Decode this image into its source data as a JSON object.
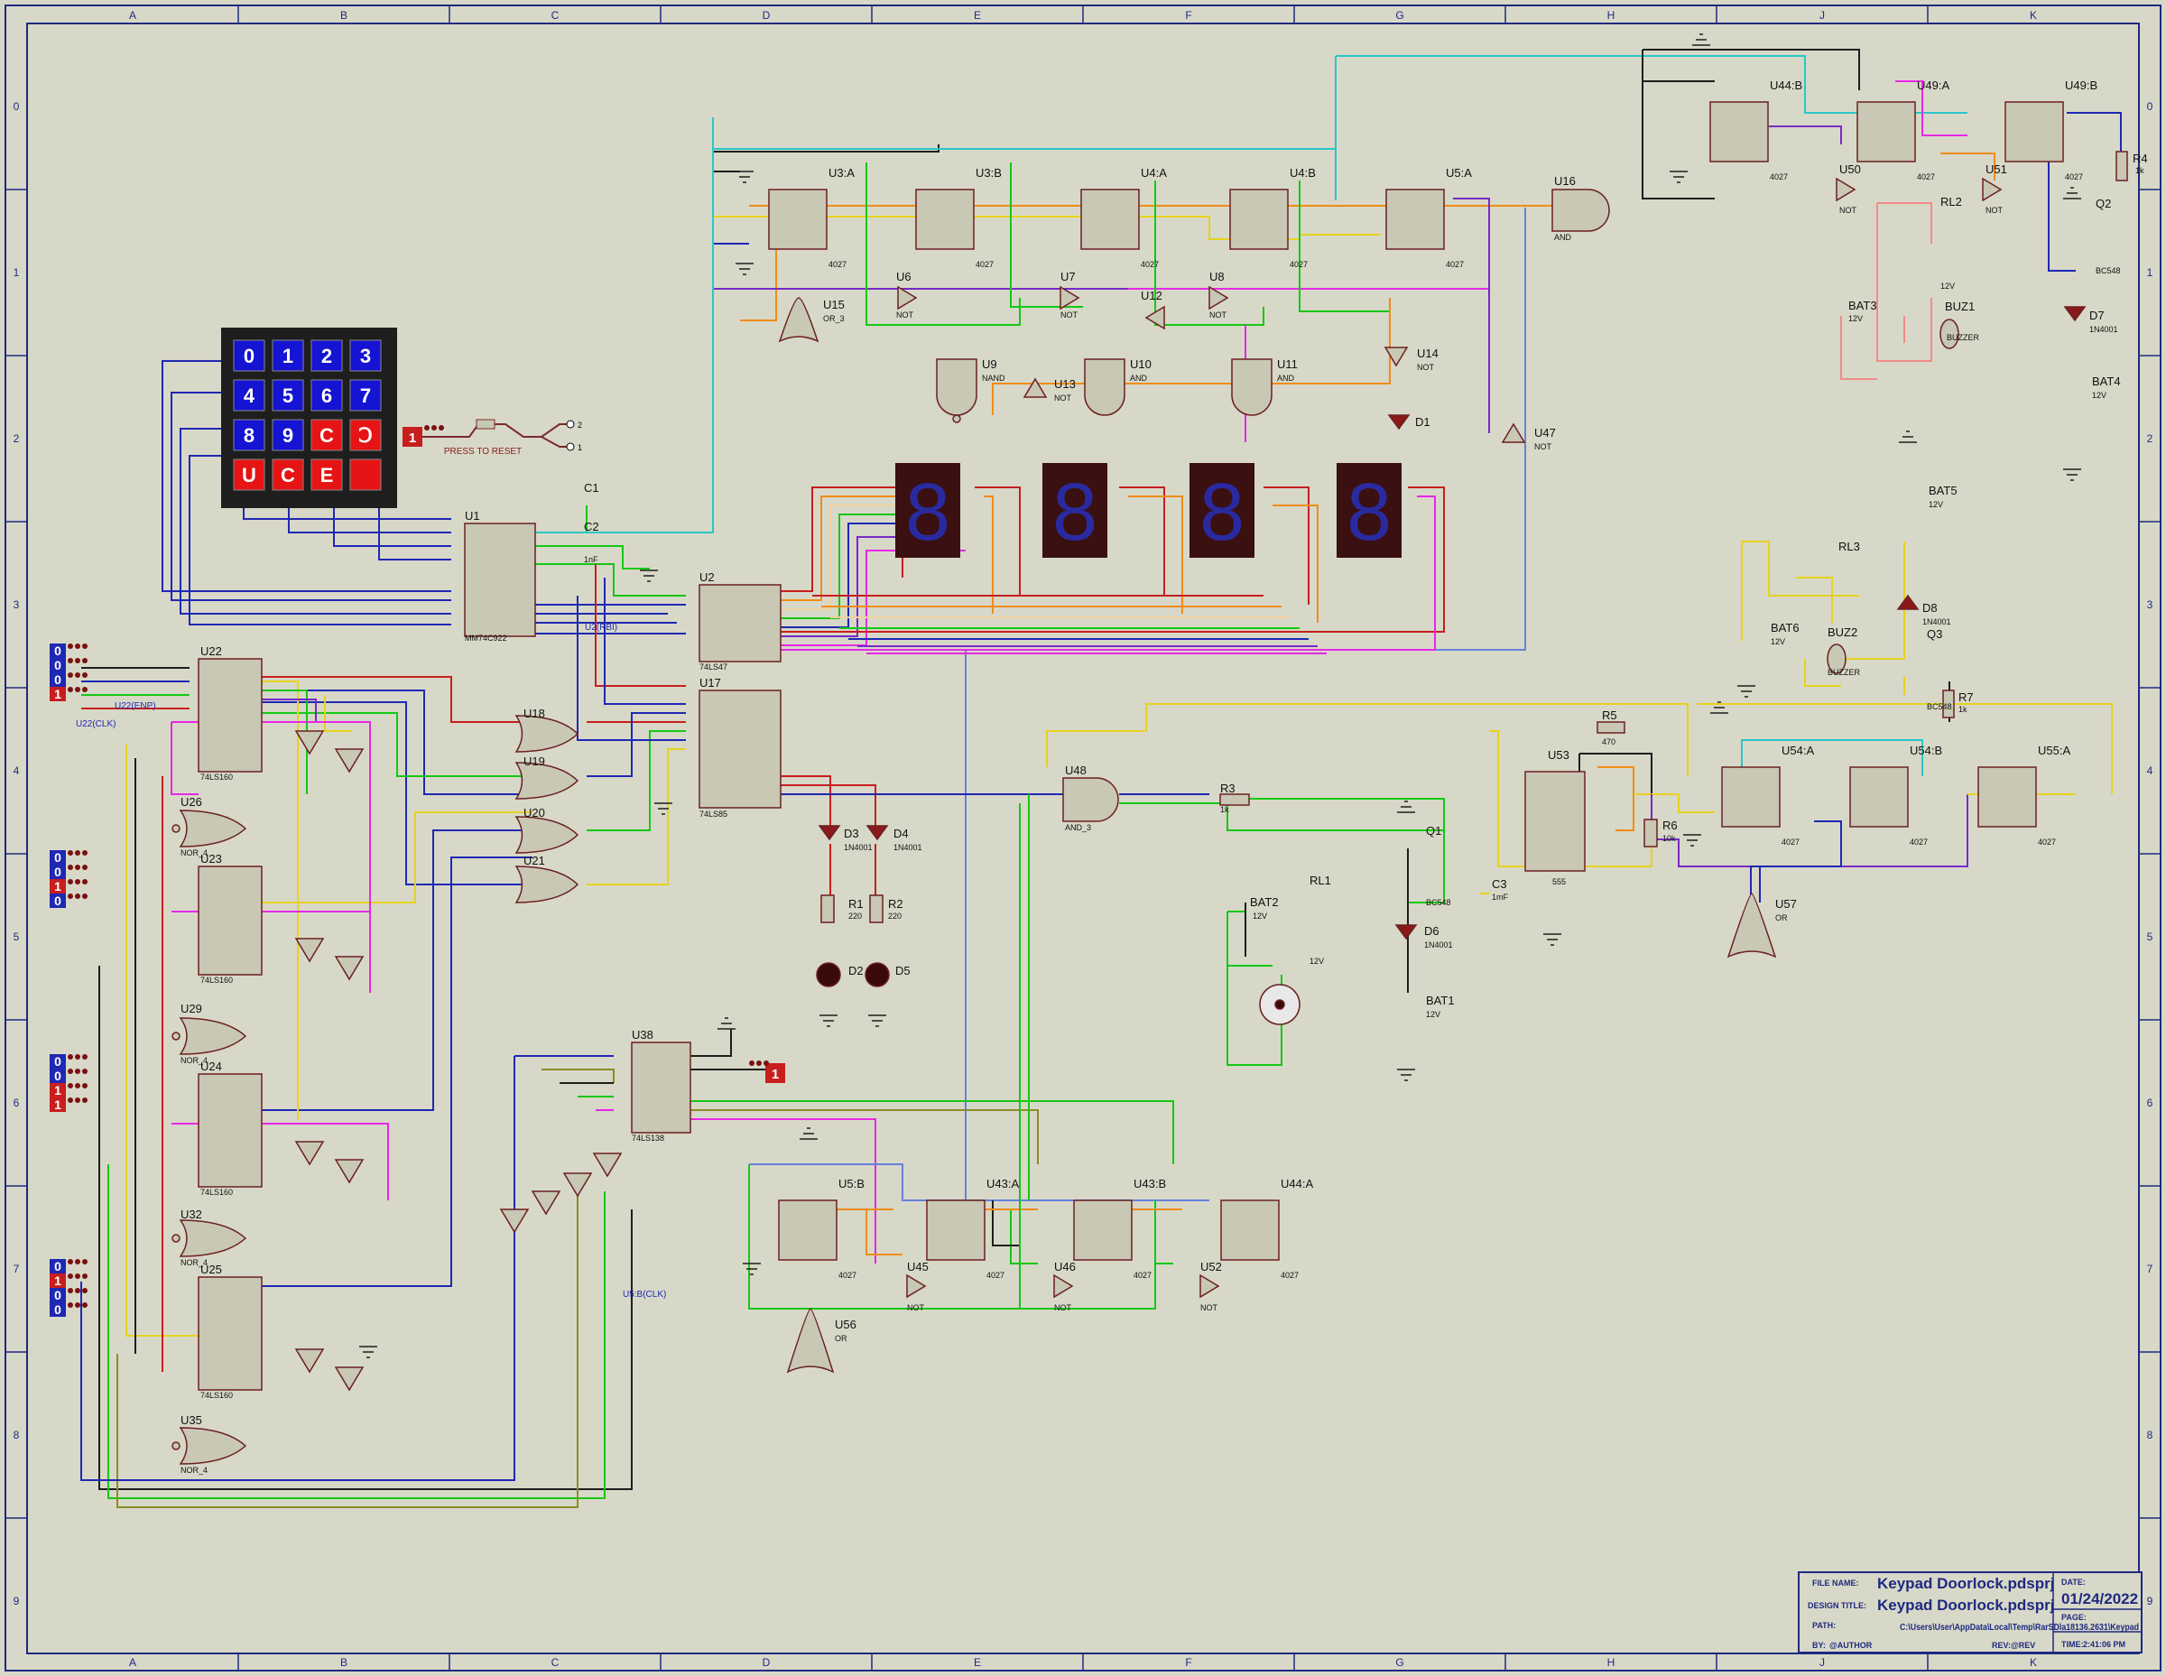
{
  "border": {
    "columns": [
      "A",
      "B",
      "C",
      "D",
      "E",
      "F",
      "G",
      "H",
      "J",
      "K"
    ],
    "rows": [
      "0",
      "1",
      "2",
      "3",
      "4",
      "5",
      "6",
      "7",
      "8",
      "9"
    ]
  },
  "keypad": {
    "keys": [
      {
        "label": "0",
        "color": "blue"
      },
      {
        "label": "1",
        "color": "blue"
      },
      {
        "label": "2",
        "color": "blue"
      },
      {
        "label": "3",
        "color": "blue"
      },
      {
        "label": "4",
        "color": "blue"
      },
      {
        "label": "5",
        "color": "blue"
      },
      {
        "label": "6",
        "color": "blue"
      },
      {
        "label": "7",
        "color": "blue"
      },
      {
        "label": "8",
        "color": "blue"
      },
      {
        "label": "9",
        "color": "blue"
      },
      {
        "label": "C",
        "color": "red"
      },
      {
        "label": "Ↄ",
        "color": "red"
      },
      {
        "label": "U",
        "color": "red"
      },
      {
        "label": "C",
        "color": "red"
      },
      {
        "label": "E",
        "color": "red"
      },
      {
        "label": "",
        "color": "red"
      }
    ],
    "reset_label": "PRESS TO RESET"
  },
  "components": [
    {
      "id": "U1",
      "part": "MM74C922"
    },
    {
      "id": "U2",
      "part": "74LS47"
    },
    {
      "id": "U17",
      "part": "74LS85"
    },
    {
      "id": "U22",
      "part": "74LS160"
    },
    {
      "id": "U23",
      "part": "74LS160"
    },
    {
      "id": "U24",
      "part": "74LS160"
    },
    {
      "id": "U25",
      "part": "74LS160"
    },
    {
      "id": "U38",
      "part": "74LS138"
    },
    {
      "id": "U3:A",
      "part": "4027"
    },
    {
      "id": "U3:B",
      "part": "4027"
    },
    {
      "id": "U4:A",
      "part": "4027"
    },
    {
      "id": "U4:B",
      "part": "4027"
    },
    {
      "id": "U5:A",
      "part": "4027"
    },
    {
      "id": "U5:B",
      "part": "4027"
    },
    {
      "id": "U43:A",
      "part": "4027"
    },
    {
      "id": "U43:B",
      "part": "4027"
    },
    {
      "id": "U44:A",
      "part": "4027"
    },
    {
      "id": "U44:B",
      "part": "4027"
    },
    {
      "id": "U49:A",
      "part": "4027"
    },
    {
      "id": "U49:B",
      "part": "4027"
    },
    {
      "id": "U54:A",
      "part": "4027"
    },
    {
      "id": "U54:B",
      "part": "4027"
    },
    {
      "id": "U55:A",
      "part": "4027"
    },
    {
      "id": "U53",
      "part": "555"
    },
    {
      "id": "U16",
      "part": "AND"
    },
    {
      "id": "U48",
      "part": "AND_3"
    },
    {
      "id": "U9",
      "part": "NAND"
    },
    {
      "id": "U10",
      "part": "AND"
    },
    {
      "id": "U11",
      "part": "AND"
    },
    {
      "id": "U15",
      "part": "OR_3"
    },
    {
      "id": "U56",
      "part": "OR"
    },
    {
      "id": "U57",
      "part": "OR"
    },
    {
      "id": "U18",
      "part": ""
    },
    {
      "id": "U19",
      "part": ""
    },
    {
      "id": "U20",
      "part": ""
    },
    {
      "id": "U21",
      "part": ""
    },
    {
      "id": "U26",
      "part": "NOR_4"
    },
    {
      "id": "U29",
      "part": "NOR_4"
    },
    {
      "id": "U32",
      "part": "NOR_4"
    },
    {
      "id": "U35",
      "part": "NOR_4"
    },
    {
      "id": "U6",
      "part": "NOT"
    },
    {
      "id": "U7",
      "part": "NOT"
    },
    {
      "id": "U8",
      "part": "NOT"
    },
    {
      "id": "U12",
      "part": "NOT"
    },
    {
      "id": "U13",
      "part": "NOT"
    },
    {
      "id": "U14",
      "part": "NOT"
    },
    {
      "id": "U47",
      "part": "NOT"
    },
    {
      "id": "U45",
      "part": "NOT"
    },
    {
      "id": "U46",
      "part": "NOT"
    },
    {
      "id": "U52",
      "part": "NOT"
    },
    {
      "id": "U50",
      "part": "NOT"
    },
    {
      "id": "U51",
      "part": "NOT"
    }
  ],
  "passives": [
    {
      "id": "C1",
      "value": "1nF"
    },
    {
      "id": "C2",
      "value": "1nF"
    },
    {
      "id": "C3",
      "value": "1mF"
    },
    {
      "id": "R1",
      "value": "220"
    },
    {
      "id": "R2",
      "value": "220"
    },
    {
      "id": "R3",
      "value": "1k"
    },
    {
      "id": "R4",
      "value": "1k"
    },
    {
      "id": "R5",
      "value": "470"
    },
    {
      "id": "R6",
      "value": "10k"
    },
    {
      "id": "R7",
      "value": "1k"
    },
    {
      "id": "D1",
      "value": ""
    },
    {
      "id": "D2",
      "value": ""
    },
    {
      "id": "D5",
      "value": ""
    },
    {
      "id": "D3",
      "value": "1N4001"
    },
    {
      "id": "D4",
      "value": "1N4001"
    },
    {
      "id": "D6",
      "value": "1N4001"
    },
    {
      "id": "D7",
      "value": "1N4001"
    },
    {
      "id": "D8",
      "value": "1N4001"
    },
    {
      "id": "Q1",
      "value": "BC548"
    },
    {
      "id": "Q2",
      "value": "BC548"
    },
    {
      "id": "Q3",
      "value": "BC548"
    },
    {
      "id": "BAT1",
      "value": "12V"
    },
    {
      "id": "BAT2",
      "value": "12V"
    },
    {
      "id": "BAT3",
      "value": "12V"
    },
    {
      "id": "BAT4",
      "value": "12V"
    },
    {
      "id": "BAT5",
      "value": "12V"
    },
    {
      "id": "BAT6",
      "value": "12V"
    },
    {
      "id": "RL1",
      "value": "12V"
    },
    {
      "id": "RL2",
      "value": "12V"
    },
    {
      "id": "RL3",
      "value": ""
    },
    {
      "id": "BUZ1",
      "value": "BUZZER"
    },
    {
      "id": "BUZ2",
      "value": "BUZZER"
    }
  ],
  "probes": {
    "u22_enp": "U22(ENP)",
    "u22_clk": "U22(CLK)",
    "u2_rbi": "U2(RBI)",
    "u5b_clk": "U5:B(CLK)"
  },
  "input_blocks": [
    {
      "bits": [
        "0",
        "0",
        "0",
        "1"
      ]
    },
    {
      "bits": [
        "0",
        "0",
        "1",
        "0"
      ]
    },
    {
      "bits": [
        "0",
        "0",
        "1",
        "1"
      ]
    },
    {
      "bits": [
        "0",
        "1",
        "0",
        "0"
      ]
    }
  ],
  "title_block": {
    "file_name_label": "FILE NAME:",
    "file_name": "Keypad Doorlock.pdsprj",
    "design_title_label": "DESIGN TITLE:",
    "design_title": "Keypad Doorlock.pdsprj",
    "path_label": "PATH:",
    "path": "C:\\Users\\User\\AppData\\Local\\Temp\\RarSDla18136.2631\\Keypad",
    "by_label": "BY:",
    "by": "@AUTHOR",
    "date_label": "DATE:",
    "date": "01/24/2022",
    "page_label": "PAGE:",
    "rev_label": "REV:",
    "rev": "@REV",
    "time_label": "TIME:",
    "time": "2:41:06 PM"
  },
  "colors": {
    "wire_red": "#c81e1e",
    "wire_blue": "#1e28b4",
    "wire_green": "#14c814",
    "wire_yellow": "#e6d21e",
    "wire_purple": "#7828c8",
    "wire_magenta": "#e628e6",
    "wire_orange": "#f08c14",
    "wire_cyan": "#28c8c8",
    "wire_olive": "#8c8c28",
    "wire_dark": "#1e1e1e",
    "component_fill": "#c8c8b4",
    "outline": "#7a2a2a"
  }
}
